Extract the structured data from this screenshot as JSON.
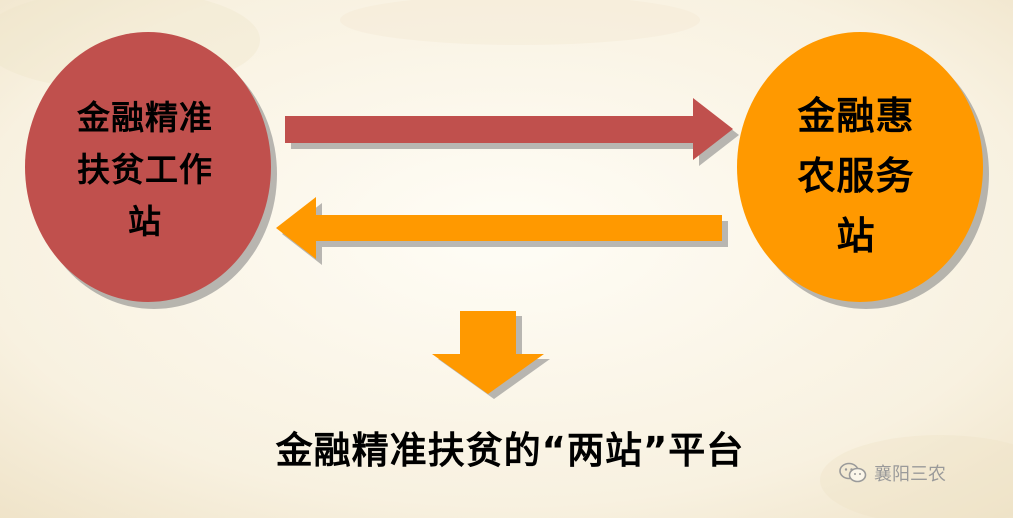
{
  "left_node": {
    "lines": [
      "金融精准",
      "扶贫工作",
      "站"
    ],
    "fill": "#c0504d"
  },
  "right_node": {
    "lines": [
      "金融惠",
      "农服务",
      "站"
    ],
    "fill": "#ff9900"
  },
  "arrows": {
    "to_right_color": "#c0504d",
    "to_left_color": "#ff9900",
    "down_color": "#ff9900"
  },
  "caption": "金融精准扶贫的“两站”平台",
  "watermark": {
    "icon": "wechat-icon",
    "text": "襄阳三农"
  }
}
